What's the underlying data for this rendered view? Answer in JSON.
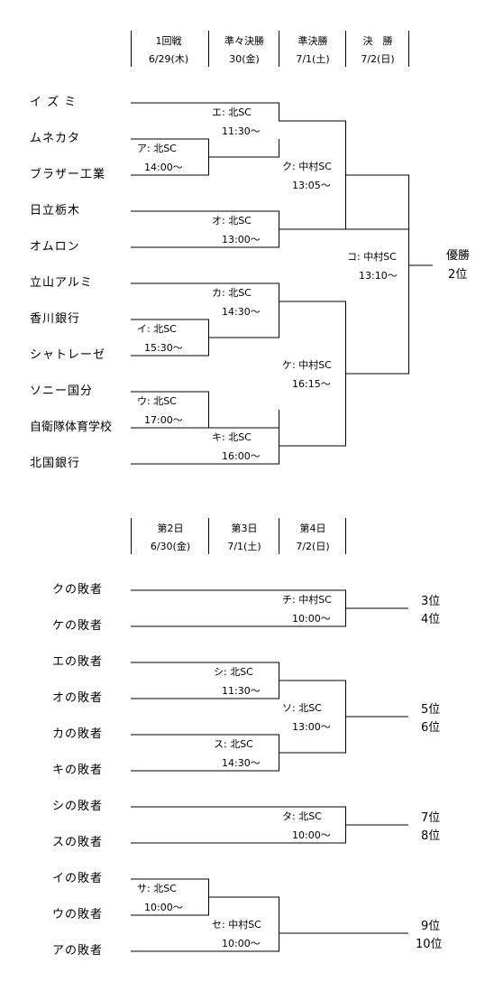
{
  "main_bracket": {
    "rounds": [
      {
        "name": "1回戦",
        "date": "6/29(木)"
      },
      {
        "name": "準々決勝",
        "date": "30(金)"
      },
      {
        "name": "準決勝",
        "date": "7/1(土)"
      },
      {
        "name": "決　勝",
        "date": "7/2(日)"
      }
    ],
    "teams": [
      "イ ズ ミ",
      "ムネカタ",
      "ブラザー工業",
      "日立栃木",
      "オムロン",
      "立山アルミ",
      "香川銀行",
      "シャトレーゼ",
      "ソニー国分",
      "自衛隊体育学校",
      "北国銀行"
    ],
    "matches": [
      {
        "label": "ア: 北SC",
        "time": "14:00～"
      },
      {
        "label": "イ: 北SC",
        "time": "15:30～"
      },
      {
        "label": "ウ: 北SC",
        "time": "17:00～"
      },
      {
        "label": "エ: 北SC",
        "time": "11:30～"
      },
      {
        "label": "オ: 北SC",
        "time": "13:00～"
      },
      {
        "label": "カ: 北SC",
        "time": "14:30～"
      },
      {
        "label": "キ: 北SC",
        "time": "16:00～"
      },
      {
        "label": "ク: 中村SC",
        "time": "13:05～"
      },
      {
        "label": "ケ: 中村SC",
        "time": "16:15～"
      },
      {
        "label": "コ: 中村SC",
        "time": "13:10～"
      }
    ],
    "results": [
      "優勝",
      "2位"
    ]
  },
  "placement_bracket": {
    "rounds": [
      {
        "name": "第2日",
        "date": "6/30(金)"
      },
      {
        "name": "第3日",
        "date": "7/1(土)"
      },
      {
        "name": "第4日",
        "date": "7/2(日)"
      }
    ],
    "teams": [
      "クの敗者",
      "ケの敗者",
      "エの敗者",
      "オの敗者",
      "カの敗者",
      "キの敗者",
      "シの敗者",
      "スの敗者",
      "イの敗者",
      "ウの敗者",
      "アの敗者"
    ],
    "matches": [
      {
        "label": "チ: 中村SC",
        "time": "10:00～"
      },
      {
        "label": "シ: 北SC",
        "time": "11:30～"
      },
      {
        "label": "ス: 北SC",
        "time": "14:30～"
      },
      {
        "label": "ソ: 北SC",
        "time": "13:00～"
      },
      {
        "label": "タ: 北SC",
        "time": "10:00～"
      },
      {
        "label": "サ: 北SC",
        "time": "10:00～"
      },
      {
        "label": "セ: 中村SC",
        "time": "10:00～"
      }
    ],
    "results": [
      "3位",
      "4位",
      "5位",
      "6位",
      "7位",
      "8位",
      "9位",
      "10位"
    ]
  }
}
